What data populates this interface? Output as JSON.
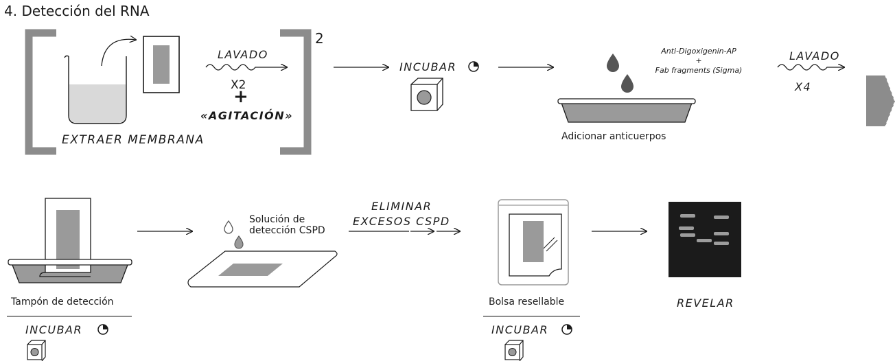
{
  "title": "4. Detección del RNA",
  "row1": {
    "extract_label": "EXTRAER MEMBRANA",
    "wash1_label": "LAVADO",
    "wash1_times": "X2",
    "plus1": "+",
    "agitation": "«AGITACIÓN»",
    "bracket_exponent": "2",
    "incubate_label": "INCUBAR",
    "antibody_line1": "Anti-Digoxigenin-AP",
    "antibody_plus": "+",
    "antibody_line2": "Fab fragments (Sigma)",
    "antibody_caption": "Adicionar anticuerpos",
    "wash2_label": "LAVADO",
    "wash2_times": "X4"
  },
  "row2": {
    "buffer_caption": "Tampón de detección",
    "incubate1_label": "INCUBAR",
    "cspd_line1": "Solución de",
    "cspd_line2": "detección CSPD",
    "remove_line1": "ELIMINAR",
    "remove_line2": "EXCESOS CSPD",
    "bag_caption": "Bolsa resellable",
    "incubate2_label": "INCUBAR",
    "reveal_label": "REVELAR"
  },
  "colors": {
    "ink": "#1a1a1a",
    "gray_fill": "#9a9a9a",
    "bracket_gray": "#8c8c8c",
    "liquid": "#d9d9d9",
    "drop": "#555555",
    "gel_bg": "#1b1b1b",
    "gel_band": "#9c9c9c"
  }
}
